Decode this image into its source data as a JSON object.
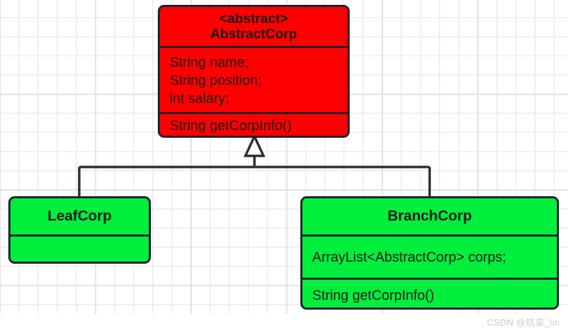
{
  "diagram": {
    "type": "uml-class-diagram",
    "background": {
      "style": "graph-paper-grid",
      "page_color": "#ffffff",
      "grid_color": "#ececed"
    },
    "relationship": {
      "kind": "generalization",
      "arrow": "hollow-triangle",
      "parent": "AbstractCorp",
      "children": [
        "LeafCorp",
        "BranchCorp"
      ],
      "line_color": "#2b2f36"
    },
    "classes": [
      {
        "id": "abstract-corp",
        "stereotype": "<abstract>",
        "name": "AbstractCorp",
        "fill_color": "#ff0000",
        "border_color": "#1f2229",
        "attributes": [
          "String name;",
          "String position;",
          "int salary;"
        ],
        "operations": [
          "String getCorpInfo()"
        ]
      },
      {
        "id": "leaf-corp",
        "stereotype": "",
        "name": "LeafCorp",
        "fill_color": "#00ef3d",
        "border_color": "#1f2229",
        "attributes": [],
        "operations": []
      },
      {
        "id": "branch-corp",
        "stereotype": "",
        "name": "BranchCorp",
        "fill_color": "#00ef3d",
        "border_color": "#1f2229",
        "attributes": [
          "ArrayList<AbstractCorp> corps;"
        ],
        "operations": [
          "String getCorpInfo()"
        ]
      }
    ]
  },
  "watermark": {
    "text": "CSDN @玖柒_lin"
  }
}
